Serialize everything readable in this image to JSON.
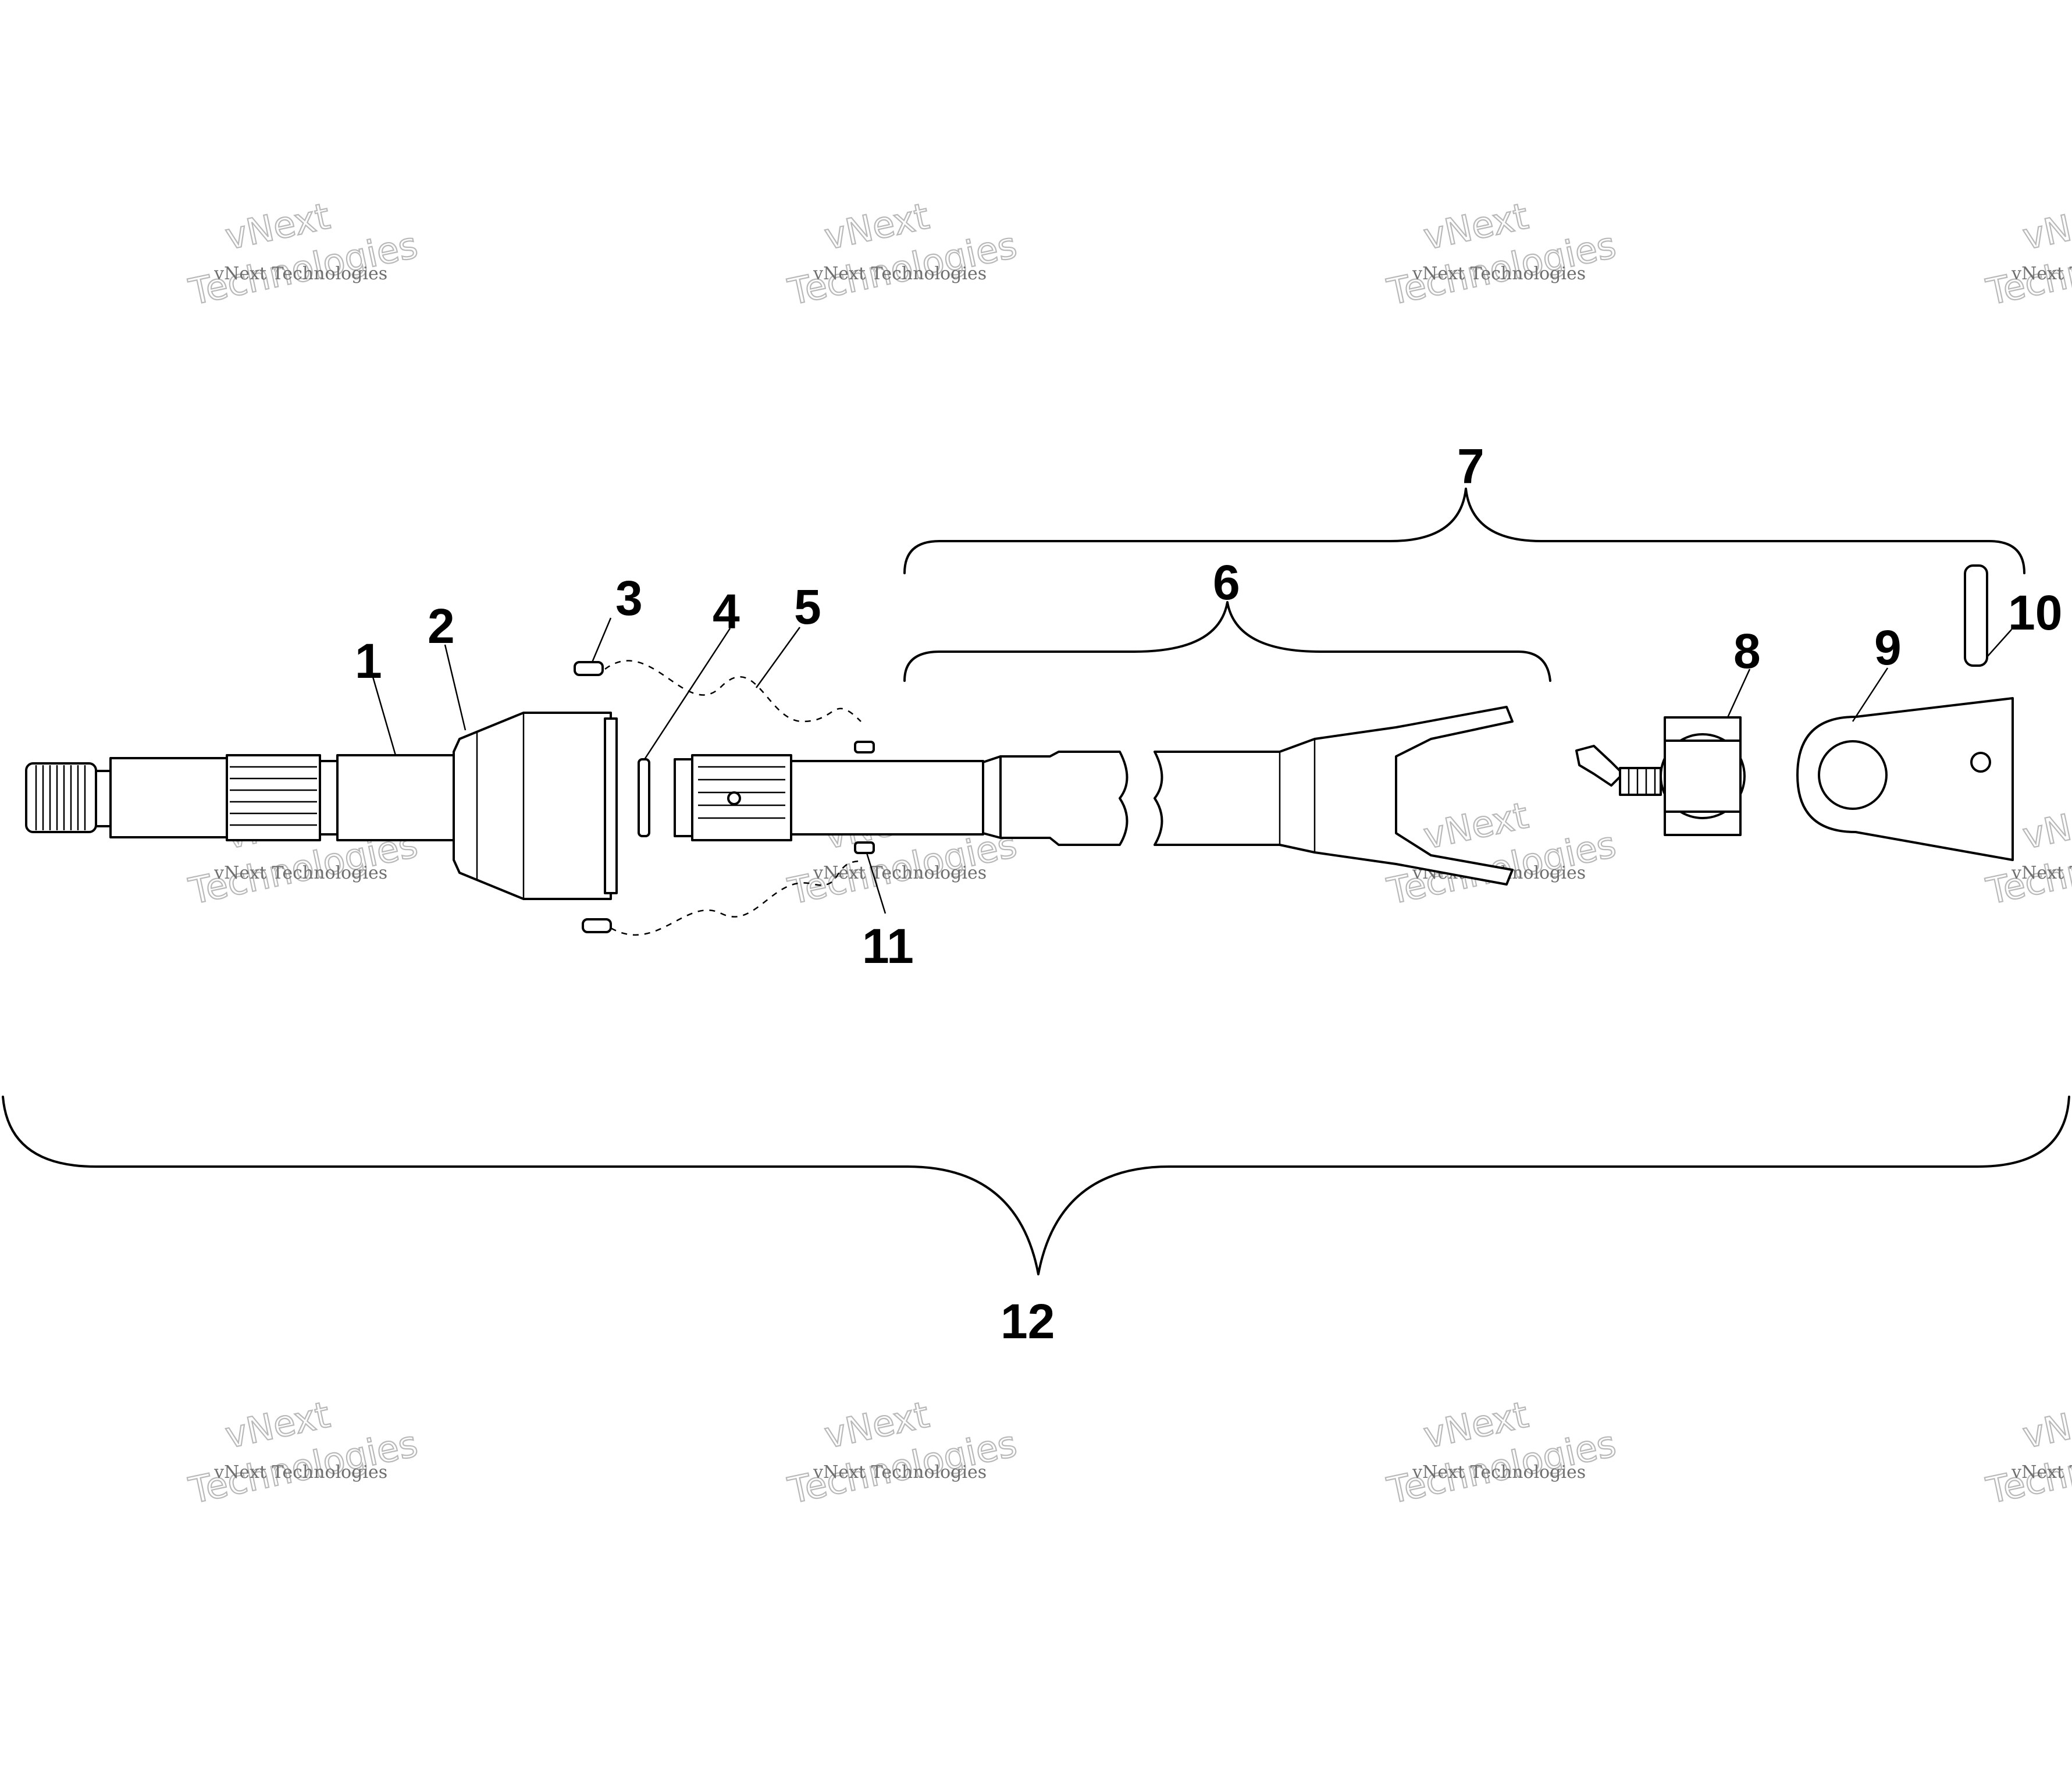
{
  "colors": {
    "line": "#000000",
    "background": "#ffffff",
    "watermark": "#6e6e6e"
  },
  "watermark": {
    "small": "vNext Technologies",
    "line1": "vNext",
    "line2": "Technologies"
  },
  "callouts": [
    "1",
    "2",
    "3",
    "4",
    "5",
    "6",
    "7",
    "8",
    "9",
    "10",
    "11",
    "12"
  ]
}
